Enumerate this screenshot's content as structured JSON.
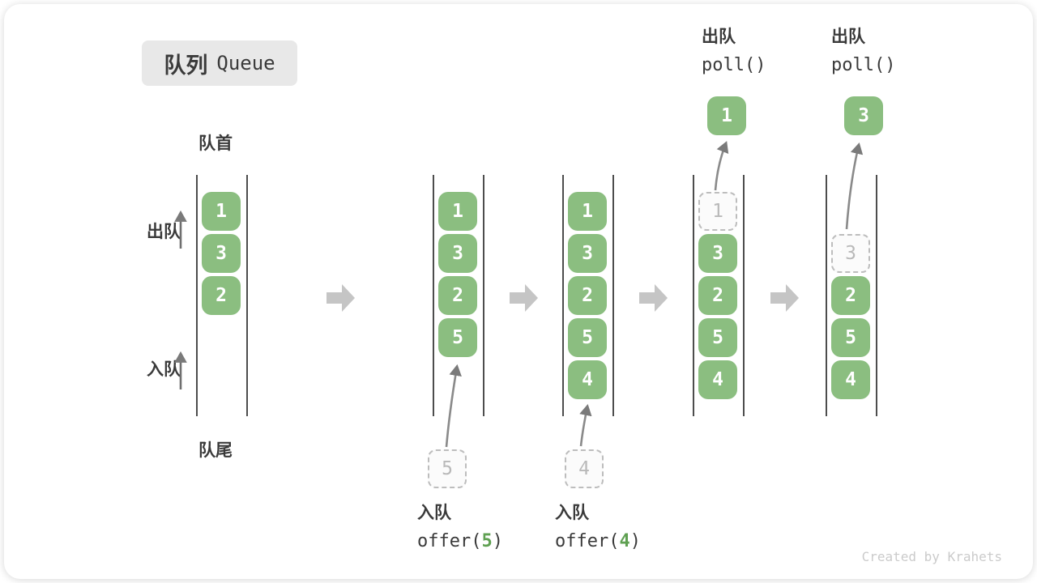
{
  "title": {
    "zh": "队列",
    "en": "Queue"
  },
  "side_labels": {
    "front": "队首",
    "rear": "队尾",
    "dequeue": "出队",
    "enqueue": "入队"
  },
  "states": [
    {
      "cells": [
        {
          "value": "1",
          "style": "solid"
        },
        {
          "value": "3",
          "style": "solid"
        },
        {
          "value": "2",
          "style": "solid"
        }
      ]
    },
    {
      "cells": [
        {
          "value": "1",
          "style": "solid"
        },
        {
          "value": "3",
          "style": "solid"
        },
        {
          "value": "2",
          "style": "solid"
        },
        {
          "value": "5",
          "style": "solid"
        }
      ],
      "incoming": {
        "value": "5"
      },
      "op": {
        "label": "入队",
        "code_prefix": "offer(",
        "code_arg": "5",
        "code_suffix": ")"
      }
    },
    {
      "cells": [
        {
          "value": "1",
          "style": "solid"
        },
        {
          "value": "3",
          "style": "solid"
        },
        {
          "value": "2",
          "style": "solid"
        },
        {
          "value": "5",
          "style": "solid"
        },
        {
          "value": "4",
          "style": "solid"
        }
      ],
      "incoming": {
        "value": "4"
      },
      "op": {
        "label": "入队",
        "code_prefix": "offer(",
        "code_arg": "4",
        "code_suffix": ")"
      }
    },
    {
      "cells": [
        {
          "value": "1",
          "style": "ghost"
        },
        {
          "value": "3",
          "style": "solid"
        },
        {
          "value": "2",
          "style": "solid"
        },
        {
          "value": "5",
          "style": "solid"
        },
        {
          "value": "4",
          "style": "solid"
        }
      ],
      "popped": {
        "value": "1"
      },
      "op": {
        "label": "出队",
        "code": "poll()"
      }
    },
    {
      "cells": [
        {
          "value": "3",
          "style": "ghost"
        },
        {
          "value": "2",
          "style": "solid"
        },
        {
          "value": "5",
          "style": "solid"
        },
        {
          "value": "4",
          "style": "solid"
        }
      ],
      "popped": {
        "value": "3"
      },
      "op": {
        "label": "出队",
        "code": "poll()"
      }
    }
  ],
  "watermark": "Created by Krahets",
  "colors": {
    "block_green": "#8bbe80",
    "code_arg_green": "#5fa052",
    "ghost_gray": "#bdbdbd",
    "rail_gray": "#4d4d4d",
    "transition_arrow_gray": "#c5c5c5",
    "small_arrow_gray": "#7a7a7a",
    "title_bg": "#e8e8e8",
    "text_dark": "#3a3a3a",
    "watermark_gray": "#cbcbcb"
  }
}
